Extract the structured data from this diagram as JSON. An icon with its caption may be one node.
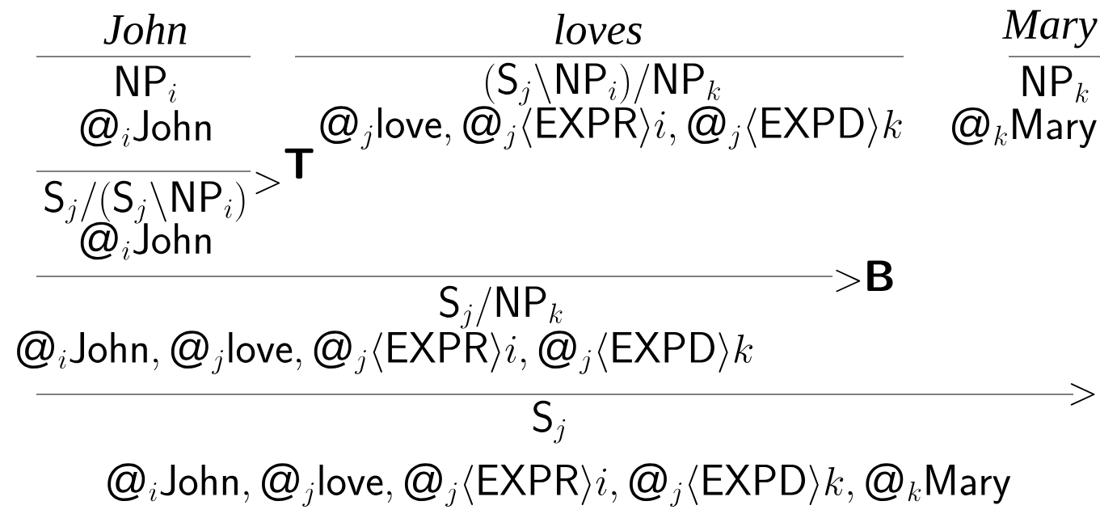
{
  "diagram": {
    "labels": [
      "John",
      "loves",
      "Mary",
      "\\mathsf{NP}_i",
      "(\\mathsf{S}_j\\backslash\\mathsf{NP}_i)/\\mathsf{NP}_k",
      "\\mathsf{NP}_k",
      "@_i\\mathsf{John}",
      "@_j\\mathsf{love}, @_j\\langle\\mathsf{EXPR}\\rangle i, @_j\\langle\\mathsf{EXPD}\\rangle k",
      "@_k\\mathsf{Mary}",
      "{>}^{\\textbf{\\textsf{T}}}",
      "\\mathsf{S}_j/(\\mathsf{S}_j\\backslash\\mathsf{NP}_i)",
      "@_i\\mathsf{John}",
      "{>}\\textbf{\\textsf{B}}",
      "\\mathsf{S}_j/\\mathsf{NP}_k",
      "@_i\\mathsf{John}, @_j\\mathsf{love}, @_j\\langle\\mathsf{EXPR}\\rangle i, @_j\\langle\\mathsf{EXPD}\\rangle k",
      "{>}",
      "\\mathsf{S}_j",
      "@_i\\mathsf{John}, @_j\\mathsf{love}, @_j\\langle\\mathsf{EXPR}\\rangle i, @_j\\langle\\mathsf{EXPD}\\rangle k, @_k\\mathsf{Mary}"
    ]
  }
}
